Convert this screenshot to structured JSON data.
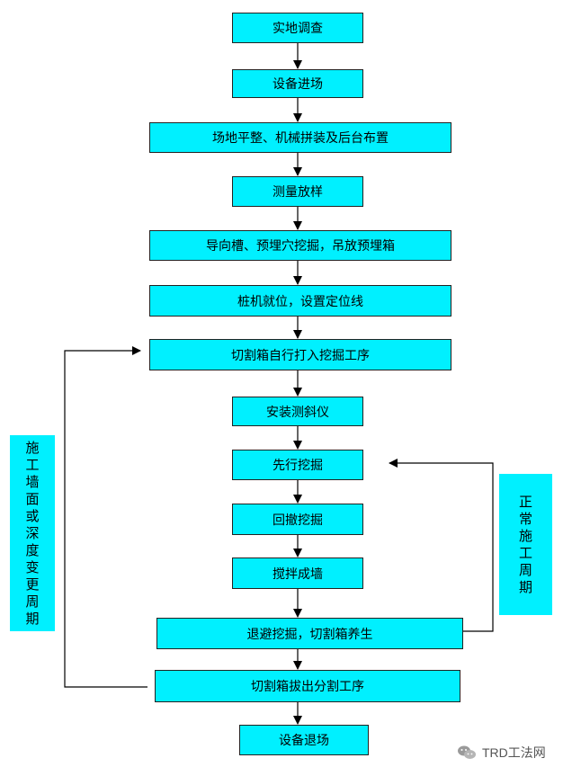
{
  "steps": [
    "实地调查",
    "设备进场",
    "场地平整、机械拼装及后台布置",
    "测量放样",
    "导向槽、预埋穴挖掘，吊放预埋箱",
    "桩机就位，设置定位线",
    "切割箱自行打入挖掘工序",
    "安装测斜仪",
    "先行挖掘",
    "回撤挖掘",
    "搅拌成墙",
    "退避挖掘，切割箱养生",
    "切割箱拔出分割工序",
    "设备退场"
  ],
  "loops": {
    "left_label": "施工墙面或深度变更周期",
    "right_label": "正常施工周期"
  },
  "watermark": {
    "text": "TRD工法网",
    "icon": "wechat-icon"
  },
  "colors": {
    "box_fill": "#00f0ff",
    "line": "#000000"
  }
}
